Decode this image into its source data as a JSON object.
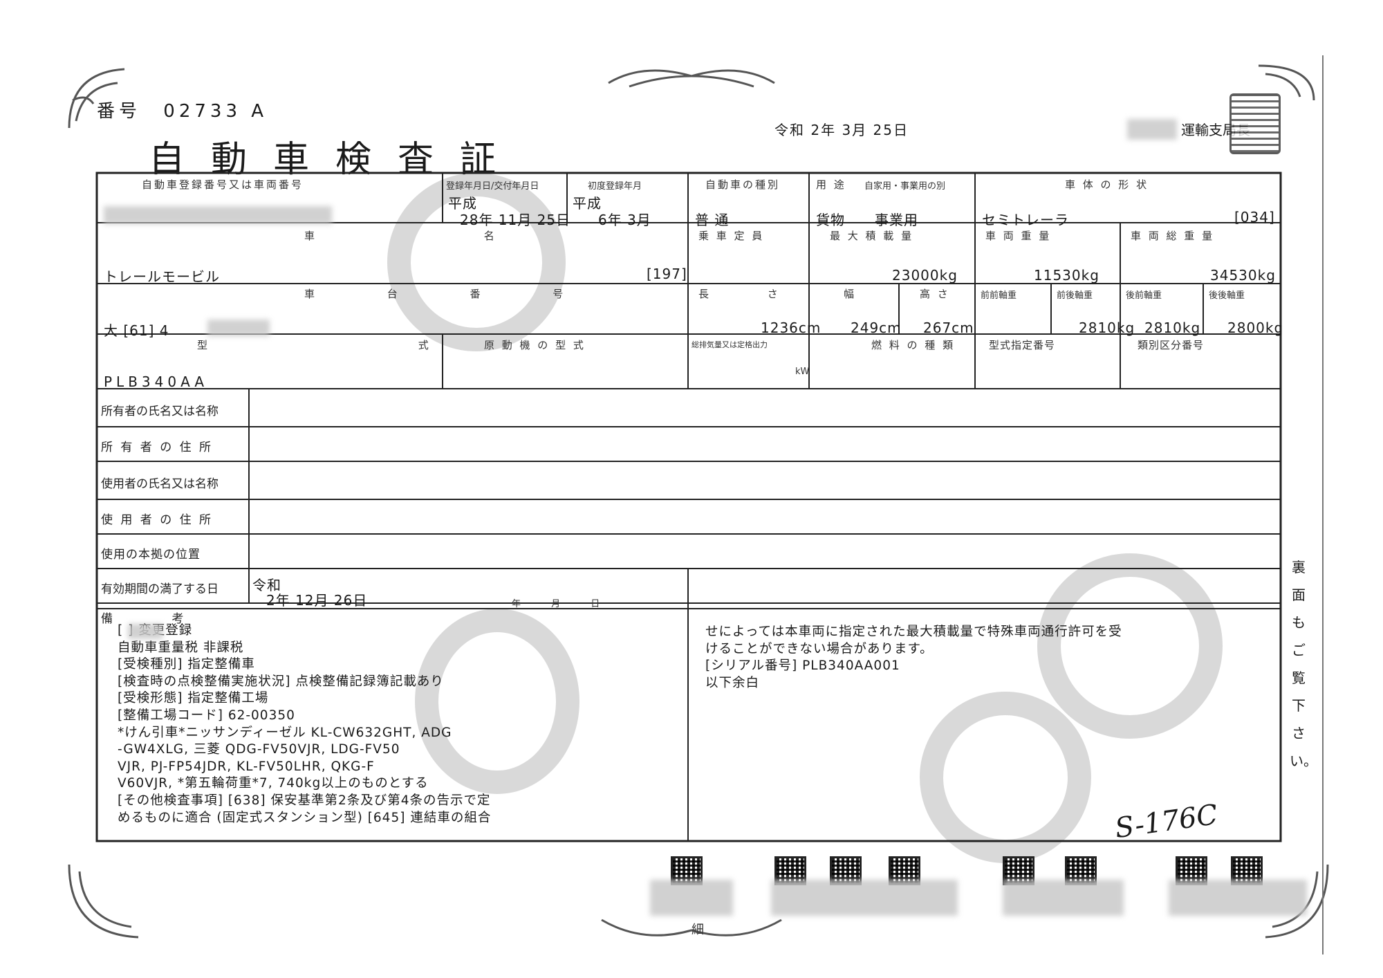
{
  "document": {
    "serial_label": "番号",
    "serial_value": "02733 A",
    "title": "自動車検査証",
    "issue_date": "令和 2年 3月 25日",
    "issuer": "運輸支局長"
  },
  "headers": {
    "reg_no": "自動車登録番号又は車両番号",
    "issue_date": "登録年月日/交付年月日",
    "first_reg": "初度登録年月",
    "vehicle_kind": "自動車の種別",
    "usage": "用 途",
    "private_business": "自家用・事業用の別",
    "body_shape": "車 体 の 形 状",
    "name": "車 名",
    "capacity": "乗 車 定 員",
    "max_load": "最 大 積 載 量",
    "weight": "車 両 重 量",
    "gross_weight": "車 両 総 重 量",
    "chassis": "車 台 番 号",
    "length": "長 さ",
    "width": "幅",
    "height": "高 さ",
    "ff_axle": "前前軸重",
    "fr_axle": "前後軸重",
    "rf_axle": "後前軸重",
    "rr_axle": "後後軸重",
    "model": "型 式",
    "engine_model": "原 動 機 の 型 式",
    "displacement": "総排気量又は定格出力",
    "fuel": "燃 料 の 種 類",
    "type_approval": "型式指定番号",
    "category_no": "類別区分番号",
    "owner_name": "所有者の氏名又は名称",
    "owner_address": "所 有 者 の 住 所",
    "user_name": "使用者の氏名又は名称",
    "user_address": "使 用 者 の 住 所",
    "base_location": "使用の本拠の位置",
    "expiry": "有効期間の満了する日",
    "remarks": "備 考"
  },
  "values": {
    "issue_era": "平成",
    "issue_date": "28年 11月 25日",
    "first_reg_era": "平成",
    "first_reg": "6年 3月",
    "vehicle_kind": "普 通",
    "usage": "貨物",
    "private_business": "事業用",
    "body_shape": "セミトレーラ",
    "body_code": "[034]",
    "name": "トレールモービル",
    "name_code": "[197]",
    "max_load": "23000kg",
    "weight": "11530kg",
    "gross_weight": "34530kg",
    "chassis": "大 [61] 4",
    "length": "1236cm",
    "width": "249cm",
    "height": "267cm",
    "fr_axle": "2810kg",
    "rf_axle": "2810kg",
    "rr_axle": "2800kg",
    "model": "PLB340AA",
    "kw": "kW",
    "expiry_era": "令和",
    "expiry_date": "2年 12月 26日",
    "ym_unit": "年 月 日"
  },
  "remarks_left": [
    "[ ] 変更登録",
    "自動車重量税 非課税",
    "[受検種別] 指定整備車",
    "[検査時の点検整備実施状況] 点検整備記録簿記載あり",
    "[受検形態] 指定整備工場",
    "[整備工場コード] 62-00350",
    "*けん引車*ニッサンディーゼル KL-CW632GHT, ADG",
    "-GW4XLG, 三菱 QDG-FV50VJR, LDG-FV50",
    "VJR, PJ-FP54JDR, KL-FV50LHR, QKG-F",
    "V60VJR, *第五輪荷重*7, 740kg以上のものとする",
    "[その他検査事項] [638] 保安基準第2条及び第4条の告示で定",
    "めるものに適合 (固定式スタンション型) [645] 連結車の組合"
  ],
  "remarks_right": [
    "せによっては本車両に指定された最大積載量で特殊車両通行許可を受",
    "けることができない場合があります。",
    "[シリアル番号] PLB340AA001",
    "以下余白"
  ],
  "side_note": "裏面もご覧下さい。",
  "handwritten": "S-176C",
  "footer": "細"
}
